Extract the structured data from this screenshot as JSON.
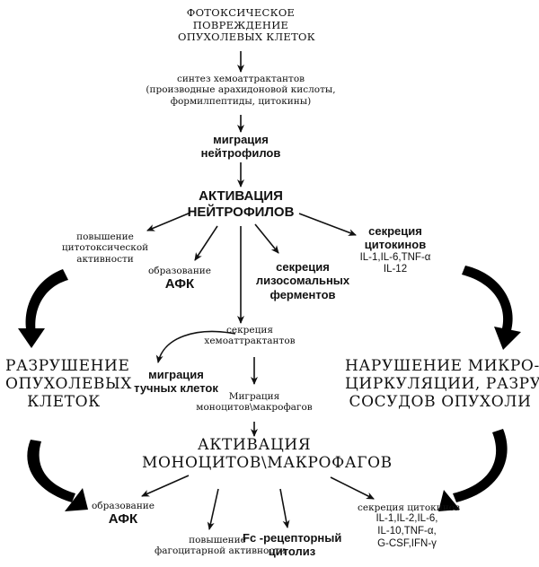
{
  "nodes": {
    "top": [
      "ФОТОКСИЧЕСКОЕ",
      "ПОВРЕЖДЕНИЕ",
      "ОПУХОЛЕВЫХ КЛЕТОК"
    ],
    "chemo_synthesis": [
      "синтез хемоаттрактантов",
      "(производные арахидоновой кислоты,",
      "формилпептиды, цитокины)"
    ],
    "neutrophil_migration": [
      "миграция",
      "нейтрофилов"
    ],
    "neutrophil_activation": [
      "АКТИВАЦИЯ",
      "НЕЙТРОФИЛОВ"
    ],
    "cytotoxic_increase": [
      "повышение",
      "цитотоксической",
      "активности"
    ],
    "afk_top": [
      "образование",
      "АФК"
    ],
    "lysosomal": [
      "секреция",
      "лизосомальных",
      "ферментов"
    ],
    "cytokine_secretion_top": [
      "секреция",
      "цитокинов",
      "IL-1,IL-6,TNF-α",
      "IL-12"
    ],
    "chemo_secretion": [
      "секреция",
      "хемоаттрактантов"
    ],
    "mast_migration": [
      "миграция",
      "тучных клеток"
    ],
    "monocyte_migration": [
      "Миграция",
      "моноцитов\\макрофагов"
    ],
    "tumor_destruction": [
      "РАЗРУШЕНИЕ",
      "ОПУХОЛЕВЫХ",
      "КЛЕТОК"
    ],
    "microcirculation": [
      "НАРУШЕНИЕ МИКРО-",
      "ЦИРКУЛЯЦИИ, РАЗРУШЕНИЕ",
      "СОСУДОВ ОПУХОЛИ"
    ],
    "monocyte_activation": [
      "АКТИВАЦИЯ",
      "МОНОЦИТОВ\\МАКРОФАГОВ"
    ],
    "afk_bottom": [
      "образование",
      "АФК"
    ],
    "phagocytic": [
      "повышение",
      "фагоцитарной активности"
    ],
    "fc_cytolysis": [
      "Fc -рецепторный",
      "цитолиз"
    ],
    "cytokine_secretion_bottom": [
      "секреция цитокинов",
      "IL-1,IL-2,IL-6,",
      "IL-10,TNF-α,",
      "G-CSF,IFN-γ"
    ]
  }
}
